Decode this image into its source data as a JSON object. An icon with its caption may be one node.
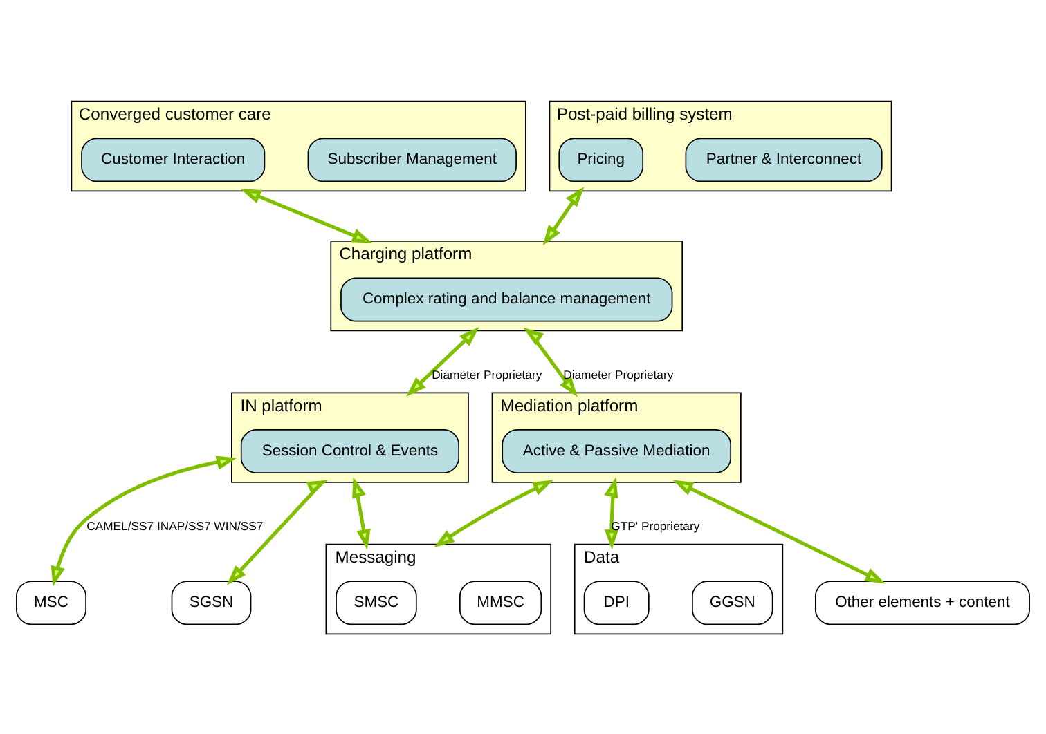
{
  "diagram": {
    "nodes": [
      {
        "text": [
          "Converged customer care"
        ]
      },
      {
        "text": [
          "Customer Interaction"
        ],
        "in": 0
      },
      {
        "text": [
          "Subscriber Management"
        ],
        "in": 0
      },
      {
        "text": [
          "Post-paid billing system"
        ]
      },
      {
        "text": [
          "Pricing"
        ],
        "in": 3
      },
      {
        "text": [
          "Partner & Interconnect"
        ],
        "in": 3
      },
      {
        "text": [
          "Charging platform"
        ]
      },
      {
        "text": [
          "Complex rating and balance management"
        ],
        "in": 6
      },
      {
        "text": [
          "IN platform"
        ]
      },
      {
        "text": [
          "Session Control & Events"
        ],
        "in": 8
      },
      {
        "text": [
          "Mediation platform"
        ]
      },
      {
        "text": [
          "Active & Passive Mediation"
        ],
        "in": 10
      },
      {
        "text": [
          "MSC"
        ]
      },
      {
        "text": [
          "SGSN"
        ]
      },
      {
        "text": [
          "Messaging"
        ]
      },
      {
        "text": [
          "SMSC"
        ],
        "in": 14
      },
      {
        "text": [
          "MMSC"
        ],
        "in": 14
      },
      {
        "text": [
          "Data"
        ]
      },
      {
        "text": [
          "DPI"
        ],
        "in": 17
      },
      {
        "text": [
          "GGSN"
        ],
        "in": 17
      },
      {
        "text": [
          "Other elements + content"
        ]
      }
    ],
    "edges": [
      {
        "from": 0,
        "to": 6,
        "arrow": "both"
      },
      {
        "from": 3,
        "to": 6,
        "arrow": "both"
      },
      {
        "from": 6,
        "to": 8,
        "arrow": "both",
        "label": "Diameter Proprietary"
      },
      {
        "from": 6,
        "to": 10,
        "arrow": "both",
        "label": "Diameter Proprietary"
      },
      {
        "from": 8,
        "to": 12,
        "arrow": "both",
        "label": "CAMEL/SS7 INAP/SS7 WIN/SS7"
      },
      {
        "from": 8,
        "to": 13,
        "arrow": "both"
      },
      {
        "from": 8,
        "to": 14,
        "arrow": "both"
      },
      {
        "from": 10,
        "to": 14,
        "arrow": "both"
      },
      {
        "from": 10,
        "to": 17,
        "arrow": "both",
        "label": "GTP' Proprietary"
      },
      {
        "from": 10,
        "to": 20,
        "arrow": "both"
      }
    ]
  }
}
